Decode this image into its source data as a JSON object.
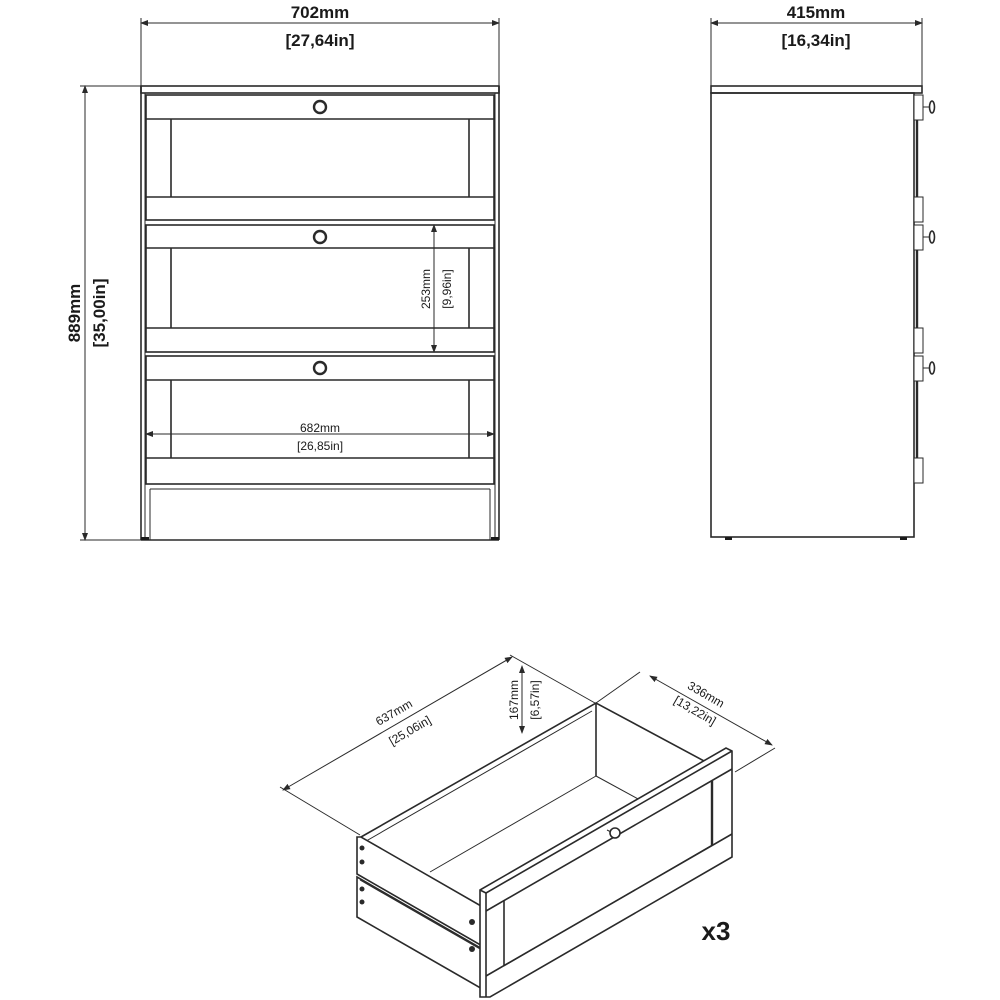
{
  "front_view": {
    "width": {
      "mm": "702mm",
      "in": "27,64in"
    },
    "height": {
      "mm": "889mm",
      "in": "35,00in"
    },
    "drawer_height": {
      "mm": "253mm",
      "in": "9,96in"
    },
    "inner_width": {
      "mm": "682mm",
      "in": "26,85in"
    },
    "drawer_count": 3
  },
  "side_view": {
    "depth": {
      "mm": "415mm",
      "in": "16,34in"
    }
  },
  "drawer_view": {
    "length": {
      "mm": "637mm",
      "in": "25,06in"
    },
    "height": {
      "mm": "167mm",
      "in": "6,57in"
    },
    "depth": {
      "mm": "336mm",
      "in": "13,22in"
    },
    "quantity": "x3"
  },
  "colors": {
    "line": "#2a2a2a",
    "background": "#ffffff"
  }
}
